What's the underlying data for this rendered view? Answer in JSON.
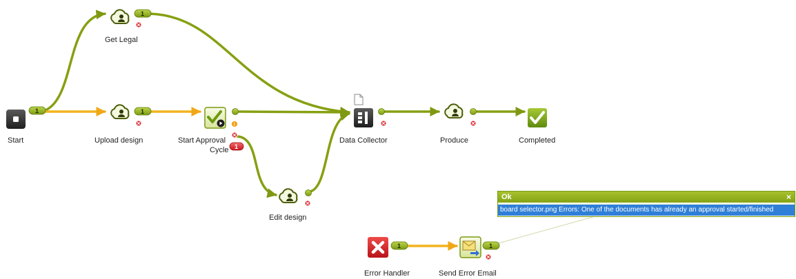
{
  "nodes": {
    "start": {
      "label": "Start",
      "icon": "stop-square-icon"
    },
    "get_legal": {
      "label": "Get Legal",
      "icon": "cloud-person-icon"
    },
    "upload_design": {
      "label": "Upload design",
      "icon": "cloud-person-icon"
    },
    "start_approval": {
      "label_line1": "Start Approval",
      "label_line2": "Cycle",
      "icon": "checkmark-play-icon"
    },
    "edit_design": {
      "label": "Edit design",
      "icon": "cloud-person-icon"
    },
    "data_collector": {
      "label": "Data Collector",
      "icon": "data-collector-icon"
    },
    "produce": {
      "label": "Produce",
      "icon": "cloud-person-icon"
    },
    "completed": {
      "label": "Completed",
      "icon": "green-checkmark-icon"
    },
    "error_handler": {
      "label": "Error Handler",
      "icon": "red-x-icon"
    },
    "send_error_email": {
      "label": "Send Error Email",
      "icon": "envelope-arrow-icon"
    }
  },
  "badges": {
    "start_count": "1",
    "get_legal_count": "1",
    "upload_design_count": "1",
    "start_approval_error_count": "1",
    "error_handler_count": "1",
    "send_error_email_count": "1"
  },
  "tooltip": {
    "title": "Ok",
    "close": "×",
    "message": "board selector.png Errors:  One of the documents has already an approval started/finished"
  },
  "colors": {
    "flow_green": "#8aa012",
    "flow_orange": "#f2b31e",
    "badge_green": "#8fb01e",
    "error_red": "#d9262b",
    "warning_orange": "#f39c12",
    "tooltip_header": "#95b221",
    "tooltip_selected": "#2f7fd8"
  }
}
